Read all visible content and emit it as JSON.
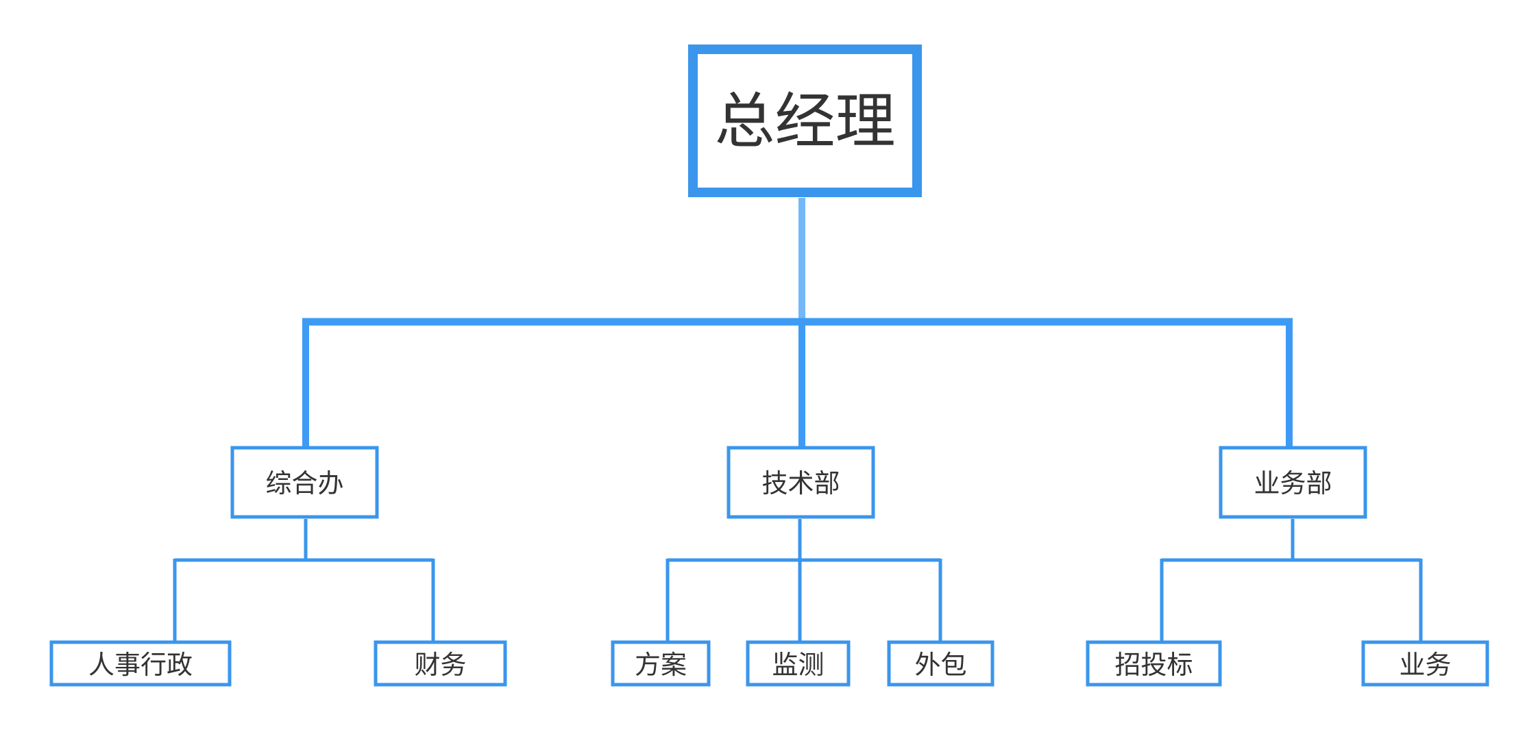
{
  "org": {
    "root": {
      "label": "总经理"
    },
    "departments": [
      {
        "label": "综合办",
        "children": [
          "人事行政",
          "财务"
        ]
      },
      {
        "label": "技术部",
        "children": [
          "方案",
          "监测",
          "外包"
        ]
      },
      {
        "label": "业务部",
        "children": [
          "招投标",
          "业务"
        ]
      }
    ]
  },
  "colors": {
    "border": "#3a96ec",
    "main_connector": "#3d9bf6",
    "root_stem": "#73b7f8",
    "text": "#333333",
    "background": "#ffffff"
  }
}
